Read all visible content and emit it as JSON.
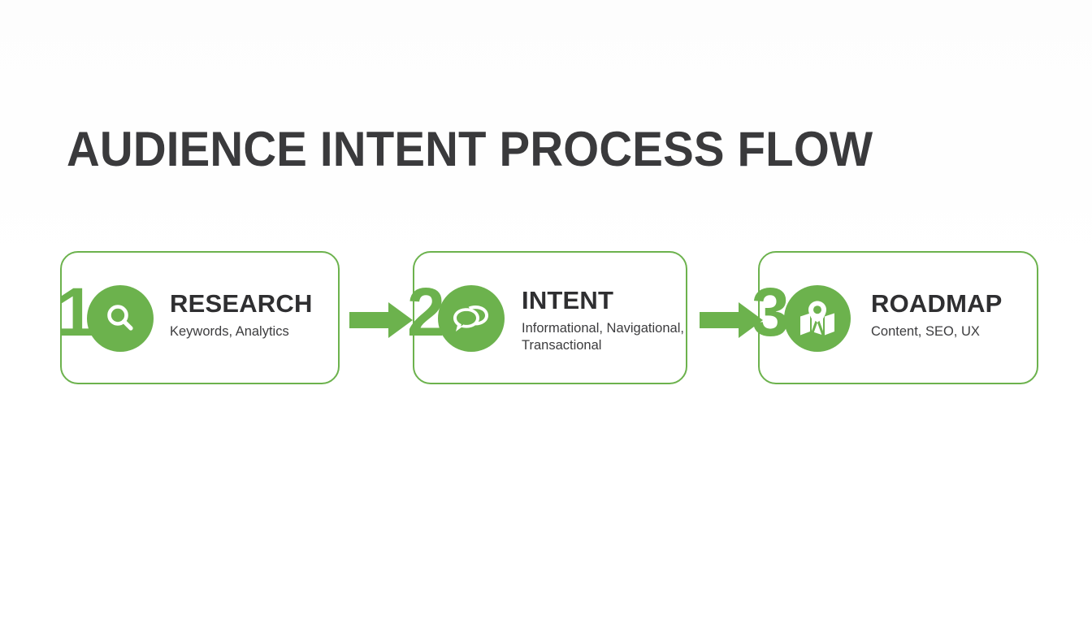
{
  "slide": {
    "title": "AUDIENCE INTENT PROCESS FLOW",
    "accent_color": "#6cb24d",
    "title_color": "#3a3a3c",
    "background_color": "#ffffff"
  },
  "flow": {
    "steps": [
      {
        "number": "1",
        "icon": "magnifier-icon",
        "title": "RESEARCH",
        "subtitle": "Keywords, Analytics"
      },
      {
        "number": "2",
        "icon": "speech-bubbles-icon",
        "title": "INTENT",
        "subtitle": "Informational, Navigational, Transactional"
      },
      {
        "number": "3",
        "icon": "map-pin-icon",
        "title": "ROADMAP",
        "subtitle": "Content, SEO, UX"
      }
    ],
    "connectors": [
      {
        "icon": "arrow-right-icon"
      },
      {
        "icon": "arrow-right-icon"
      }
    ]
  }
}
